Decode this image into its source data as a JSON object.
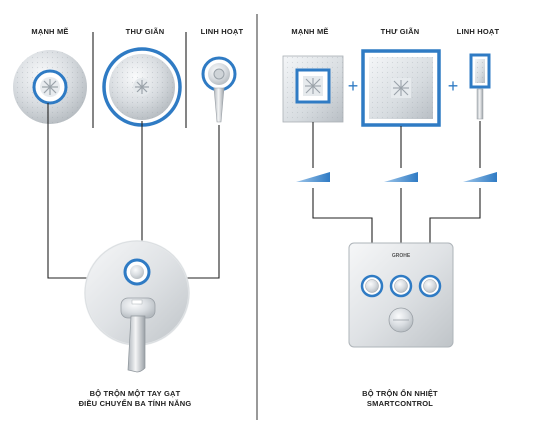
{
  "left_panel": {
    "labels": [
      "MẠNH MẼ",
      "THƯ GIÃN",
      "LINH HOẠT"
    ],
    "caption_line1": "BỘ TRỘN MỘT TAY GẠT",
    "caption_line2": "ĐIỀU CHUYỂN BA TÍNH NĂNG"
  },
  "right_panel": {
    "labels": [
      "MẠNH MẼ",
      "THƯ GIÃN",
      "LINH HOẠT"
    ],
    "plus_sign": "+",
    "caption_line1": "BỘ TRỘN ỔN NHIỆT",
    "caption_line2": "SMARTCONTROL",
    "brand_text": "GROHE"
  },
  "colors": {
    "highlight": "#2f7bc4",
    "line": "#222222",
    "chrome": "#c9cdd1",
    "divider": "#333333"
  }
}
